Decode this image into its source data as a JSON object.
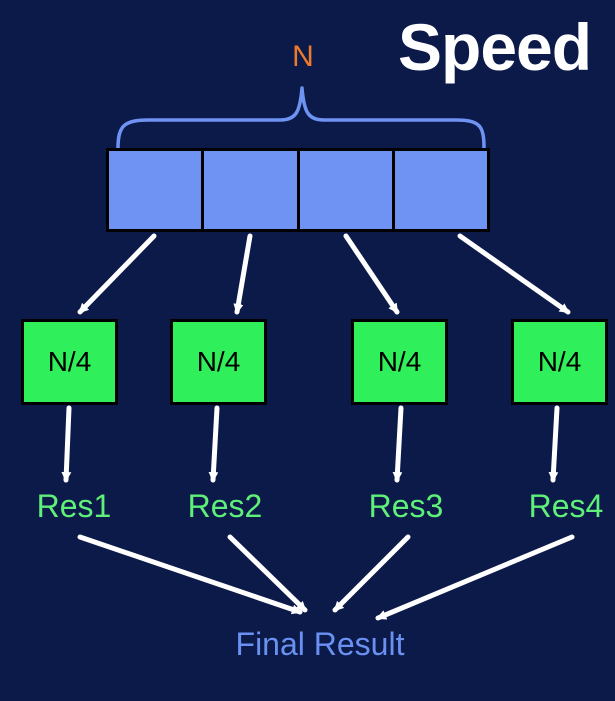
{
  "title": "Speed",
  "input": {
    "label": "N",
    "cells": 4
  },
  "chunks": [
    {
      "label": "N/4",
      "result": "Res1"
    },
    {
      "label": "N/4",
      "result": "Res2"
    },
    {
      "label": "N/4",
      "result": "Res3"
    },
    {
      "label": "N/4",
      "result": "Res4"
    }
  ],
  "final": "Final Result",
  "colors": {
    "background": "#0c1a4a",
    "array_cell": "#6f93f3",
    "brace": "#6f93f3",
    "n_label": "#f07a2c",
    "chunk": "#2fef5a",
    "result_text": "#5ef078",
    "final_text": "#6a90f2",
    "arrow": "#ffffff"
  }
}
